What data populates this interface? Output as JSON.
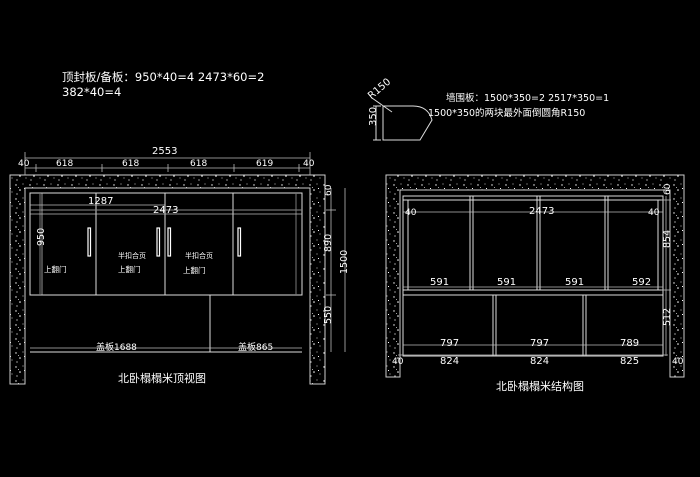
{
  "notes": {
    "top_line1": "顶封板/备板：950*40=4  2473*60=2",
    "top_line2": "382*40=4",
    "wall_line1": "墙围板：1500*350=2   2517*350=1",
    "wall_line2": "1500*350的两块最外面倒圆角R150"
  },
  "corner_detail": {
    "radius": "R150",
    "height": "350"
  },
  "left_view": {
    "title": "北卧榻榻米顶视图",
    "total_width": "2553",
    "top_segments": [
      "40",
      "618",
      "618",
      "618",
      "619",
      "40"
    ],
    "inner_length_1": "1287",
    "inner_length_2": "2473",
    "heights_left": [
      "950"
    ],
    "heights_right": [
      "60",
      "890",
      "550"
    ],
    "overall_height": "1500",
    "door_labels": [
      "上翻门",
      "上翻门",
      "上翻门"
    ],
    "hinge_labels": [
      "半扣合页",
      "半扣合页"
    ],
    "cover_labels": [
      "盖板1688",
      "盖板865"
    ]
  },
  "right_view": {
    "title": "北卧榻榻米结构图",
    "top_length": "2473",
    "side_left": "40",
    "side_right": "40",
    "upper_widths": [
      "591",
      "591",
      "591",
      "592"
    ],
    "lower_widths": [
      "797",
      "797",
      "789"
    ],
    "bottom_widths": [
      "824",
      "824",
      "825"
    ],
    "bottom_ends": [
      "40",
      "40"
    ],
    "heights": [
      "60",
      "854",
      "512"
    ]
  }
}
